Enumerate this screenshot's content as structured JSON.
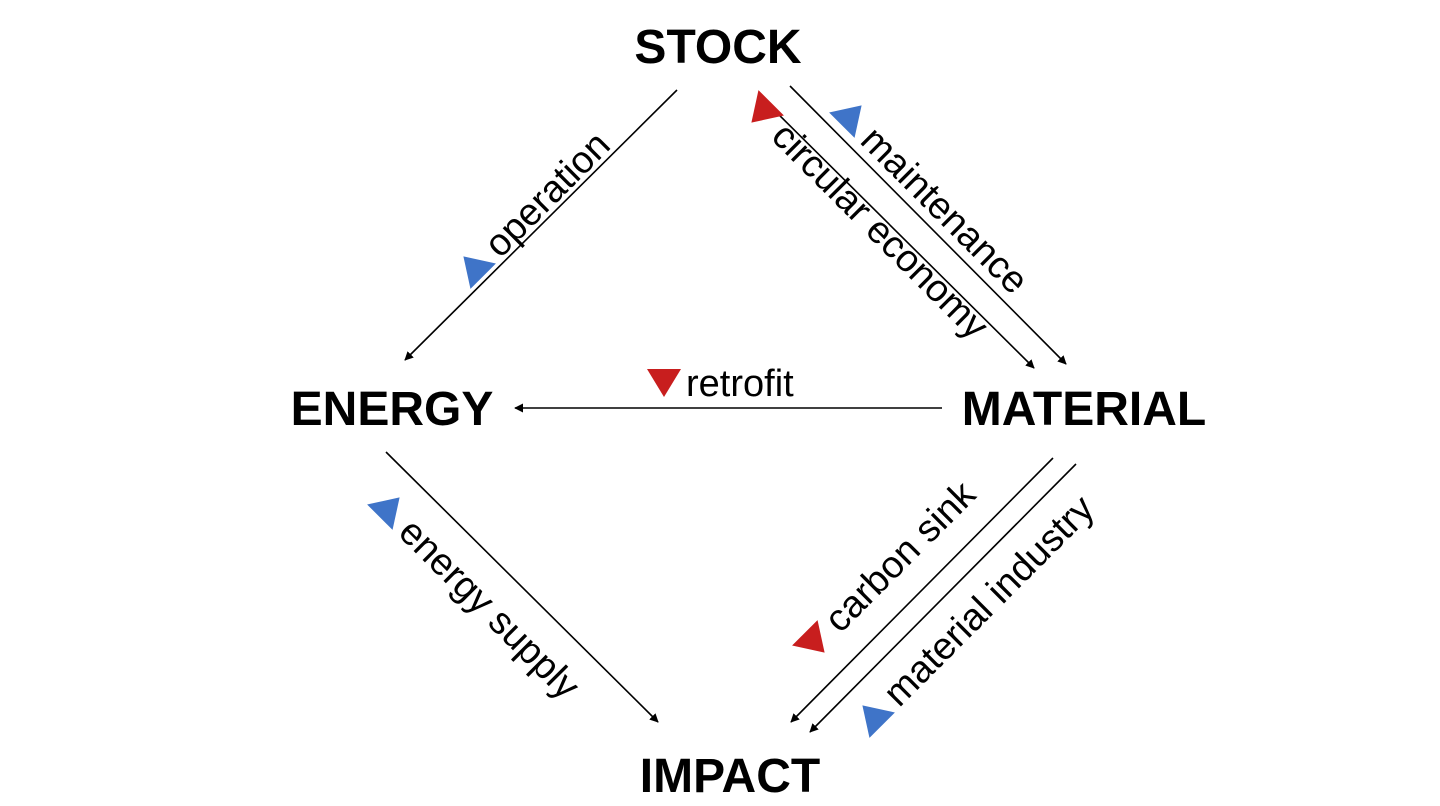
{
  "colors": {
    "increase": "#3f74c8",
    "decrease": "#c81e1e",
    "line": "#000000",
    "text": "#000000"
  },
  "nodes": {
    "stock": "STOCK",
    "energy": "ENERGY",
    "material": "MATERIAL",
    "impact": "IMPACT"
  },
  "edges": {
    "operation": {
      "label": "operation",
      "direction": "up"
    },
    "circular_economy": {
      "label": "circular economy",
      "direction": "down"
    },
    "maintenance": {
      "label": "maintenance",
      "direction": "up"
    },
    "retrofit": {
      "label": "retrofit",
      "direction": "down"
    },
    "energy_supply": {
      "label": "energy supply",
      "direction": "up"
    },
    "carbon_sink": {
      "label": "carbon sink",
      "direction": "down"
    },
    "material_industry": {
      "label": "material industry",
      "direction": "up"
    }
  }
}
